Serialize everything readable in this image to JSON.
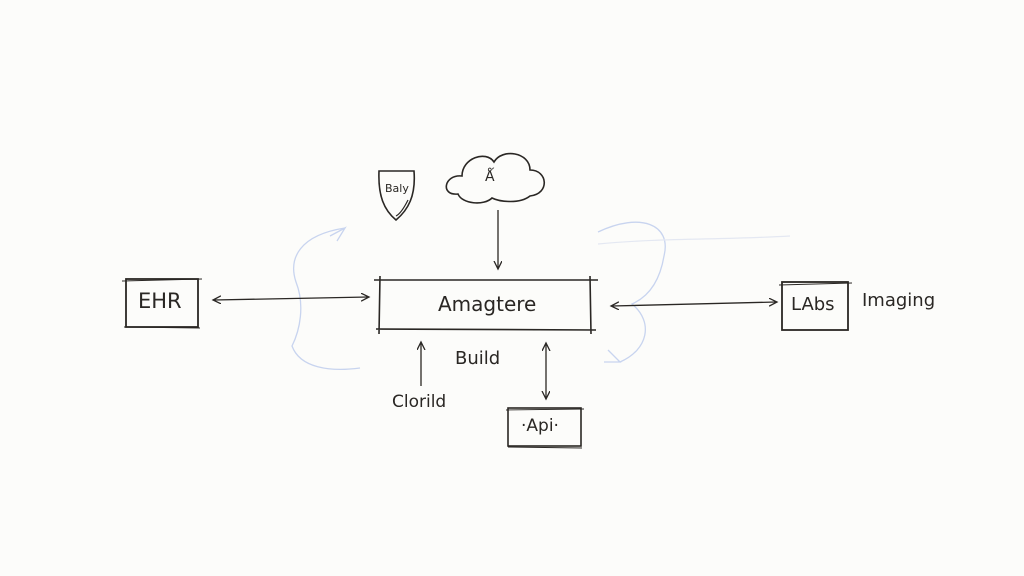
{
  "diagram": {
    "nodes": {
      "ehr": "EHR",
      "center": "Amagtere",
      "labs": "LAbs",
      "imaging": "Imaging",
      "api": "·Api·",
      "build": "Build",
      "clorild": "Clorild",
      "shield": "Baly",
      "cloud_glyph": "Ǻ"
    },
    "colors": {
      "ink": "#2a2724",
      "accent": "#c8d4ef"
    }
  }
}
